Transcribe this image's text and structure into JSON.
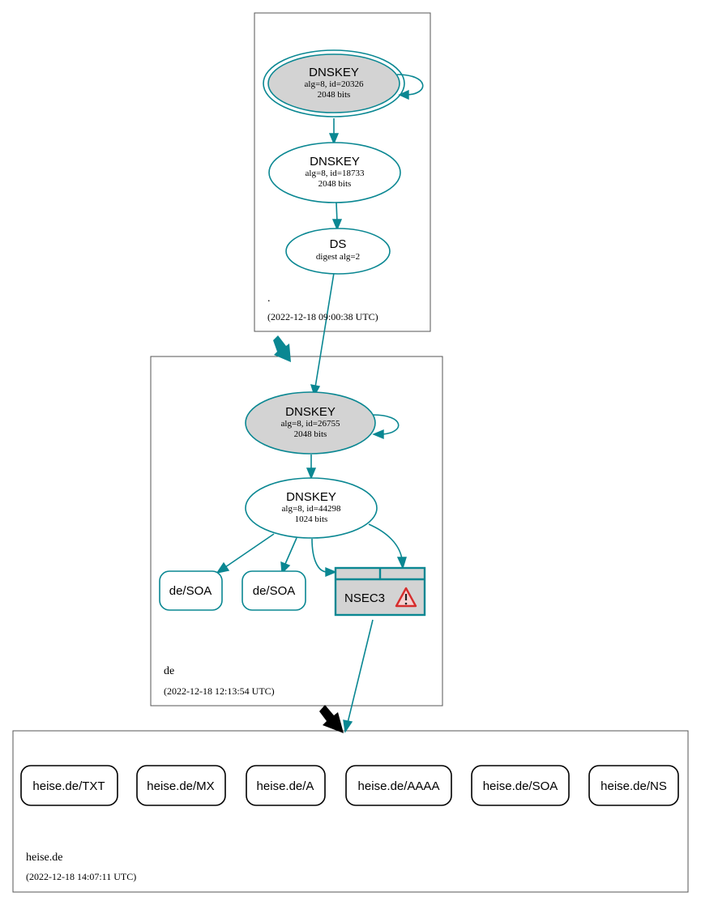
{
  "colors": {
    "edge": "#0a8792",
    "ksk_fill": "#d3d3d3",
    "node_fill": "#ffffff",
    "zone_border": "#555555",
    "warning": "#d62d2d"
  },
  "zones": {
    "root": {
      "name": ".",
      "timestamp": "(2022-12-18 09:00:38 UTC)"
    },
    "de": {
      "name": "de",
      "timestamp": "(2022-12-18 12:13:54 UTC)"
    },
    "heise": {
      "name": "heise.de",
      "timestamp": "(2022-12-18 14:07:11 UTC)"
    }
  },
  "nodes": {
    "root_ksk": {
      "title": "DNSKEY",
      "line1": "alg=8, id=20326",
      "line2": "2048 bits"
    },
    "root_zsk": {
      "title": "DNSKEY",
      "line1": "alg=8, id=18733",
      "line2": "2048 bits"
    },
    "root_ds": {
      "title": "DS",
      "line1": "digest alg=2"
    },
    "de_ksk": {
      "title": "DNSKEY",
      "line1": "alg=8, id=26755",
      "line2": "2048 bits"
    },
    "de_zsk": {
      "title": "DNSKEY",
      "line1": "alg=8, id=44298",
      "line2": "1024 bits"
    },
    "de_soa_1": {
      "label": "de/SOA"
    },
    "de_soa_2": {
      "label": "de/SOA"
    },
    "nsec3": {
      "label": "NSEC3",
      "icon": "warning-icon"
    }
  },
  "records": [
    {
      "label": "heise.de/TXT"
    },
    {
      "label": "heise.de/MX"
    },
    {
      "label": "heise.de/A"
    },
    {
      "label": "heise.de/AAAA"
    },
    {
      "label": "heise.de/SOA"
    },
    {
      "label": "heise.de/NS"
    }
  ]
}
